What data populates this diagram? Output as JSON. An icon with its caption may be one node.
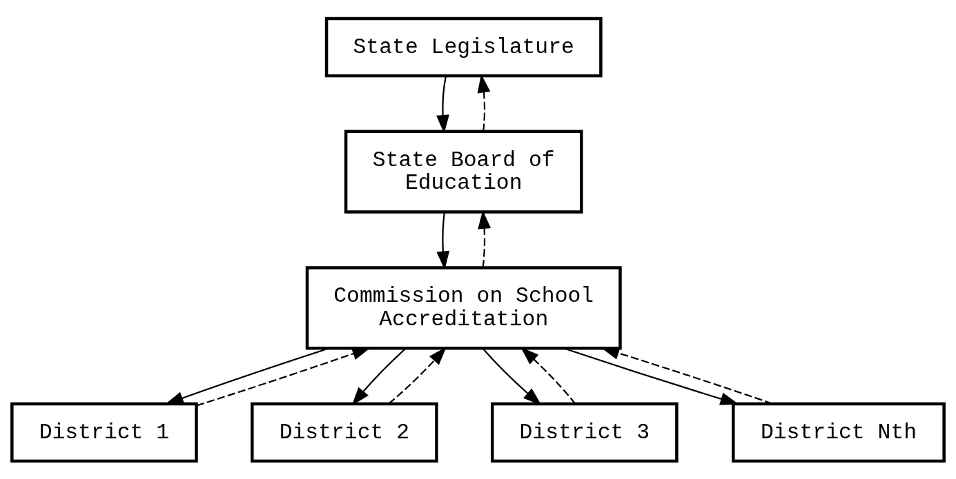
{
  "diagram": {
    "nodes": [
      {
        "text": [
          "State Legislature"
        ]
      },
      {
        "text": [
          "State Board of Education"
        ]
      },
      {
        "text": [
          "Commission on School Accreditation"
        ]
      },
      {
        "text": [
          "District 1"
        ]
      },
      {
        "text": [
          "District 2"
        ]
      },
      {
        "text": [
          "District 3"
        ]
      },
      {
        "text": [
          "District Nth"
        ]
      }
    ],
    "edges": [
      {
        "from": 0,
        "to": 1,
        "arrow": "to"
      },
      {
        "from": 1,
        "to": 0,
        "arrow": "to",
        "style": "dashed"
      },
      {
        "from": 2,
        "to": 1,
        "arrow": "to",
        "style": "dashed"
      },
      {
        "from": 1,
        "to": 2,
        "arrow": "to"
      },
      {
        "from": 2,
        "to": 3,
        "arrow": "to"
      },
      {
        "from": 2,
        "to": 4,
        "arrow": "to"
      },
      {
        "from": 2,
        "to": 5,
        "arrow": "to"
      },
      {
        "from": 2,
        "to": 6,
        "arrow": "to"
      },
      {
        "from": 3,
        "to": 2,
        "arrow": "to",
        "style": "dashed"
      },
      {
        "from": 4,
        "to": 2,
        "arrow": "to",
        "style": "dashed"
      },
      {
        "from": 5,
        "to": 2,
        "arrow": "to",
        "style": "dashed"
      },
      {
        "from": 6,
        "to": 2,
        "arrow": "to",
        "style": "dashed"
      }
    ]
  }
}
